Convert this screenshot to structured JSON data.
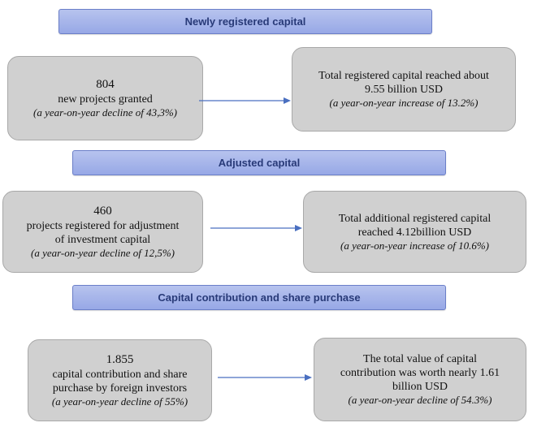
{
  "sections": [
    {
      "title": "Newly registered capital",
      "left": {
        "number": "804",
        "lines": [
          "new projects granted"
        ],
        "note": "(a year-on-year decline of 43,3%)"
      },
      "right": {
        "lines": [
          "Total registered capital reached about",
          "9.55 billion USD"
        ],
        "note": "(a year-on-year increase of 13.2%)"
      }
    },
    {
      "title": "Adjusted capital",
      "left": {
        "number": "460",
        "lines": [
          "projects registered for adjustment",
          "of investment capital"
        ],
        "note": "(a year-on-year decline of 12,5%)"
      },
      "right": {
        "lines": [
          "Total additional registered capital",
          "reached 4.12billion USD"
        ],
        "note": "(a year-on-year increase of 10.6%)"
      }
    },
    {
      "title": "Capital contribution and share purchase",
      "left": {
        "number": "1.855",
        "lines": [
          "capital contribution and share",
          "purchase by foreign investors"
        ],
        "note": "(a year-on-year decline of 55%)"
      },
      "right": {
        "lines": [
          "The total value of capital",
          "contribution was worth nearly 1.61",
          "billion USD"
        ],
        "note": "(a year-on-year decline of 54.3%)"
      }
    }
  ],
  "colors": {
    "banner_fill": "#a9b6ea",
    "banner_text": "#283a78",
    "box_fill": "#d0d0d0",
    "arrow": "#4a6fc0"
  }
}
